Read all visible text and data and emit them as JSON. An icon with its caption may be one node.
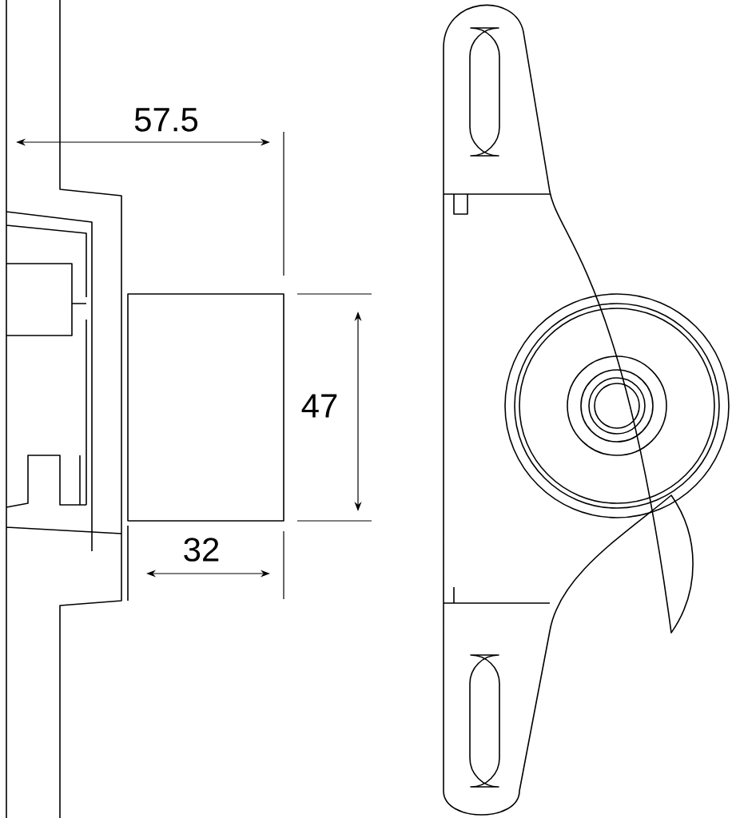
{
  "diagram": {
    "labels": [
      "57.5",
      "47",
      "32"
    ]
  }
}
